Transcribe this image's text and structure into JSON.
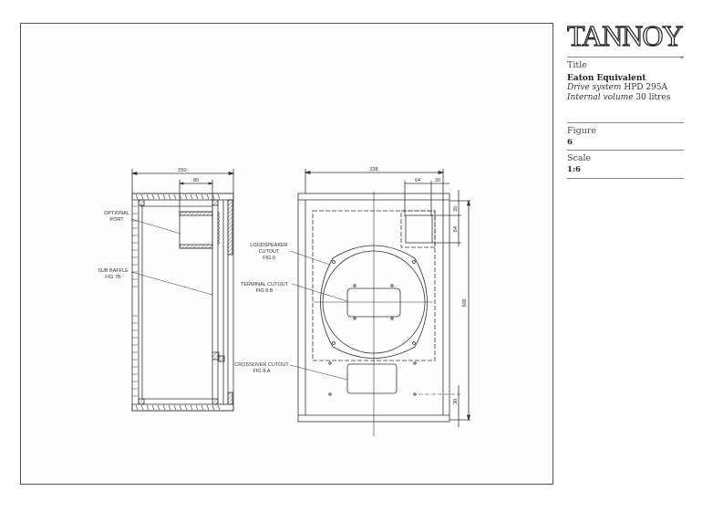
{
  "brand": {
    "logo_text": "TANNOY",
    "registered_mark": "®"
  },
  "title_block": {
    "title_label": "Title",
    "title_value": "Eaton Equivalent",
    "drive_label": "Drive system",
    "drive_value": "HPD 295A",
    "volume_label": "Internal volume",
    "volume_value": "30 litres",
    "figure_label": "Figure",
    "figure_value": "6",
    "scale_label": "Scale",
    "scale_value": "1:6"
  },
  "side_view": {
    "dim_overall_depth": "250",
    "dim_port_width": "80",
    "callouts": {
      "optional_port_1": "OPTIONAL",
      "optional_port_2": "PORT",
      "sub_baffle_1": "SUB BAFFLE",
      "sub_baffle_2": "FIG 7B"
    }
  },
  "front_view": {
    "dim_overall_width": "338",
    "dim_port_cutout_width": "64",
    "dim_port_offset_right": "30",
    "dim_port_offset_top": "35",
    "dim_port_cutout_height": "64",
    "dim_overall_height": "500",
    "dim_bottom_offset": "30",
    "callouts": {
      "loudspeaker_1": "LOUDSPEAKER",
      "loudspeaker_2": "CUTOUT",
      "loudspeaker_3": "FIG 9",
      "terminal_1": "TERMINAL CUTOUT",
      "terminal_2": "FIG 8.B",
      "crossover_1": "CROSSOVER CUTOUT",
      "crossover_2": "FIG 8.A"
    }
  },
  "colors": {
    "line": "#333333",
    "paper": "#fdfdfd",
    "frame": "#555555"
  }
}
